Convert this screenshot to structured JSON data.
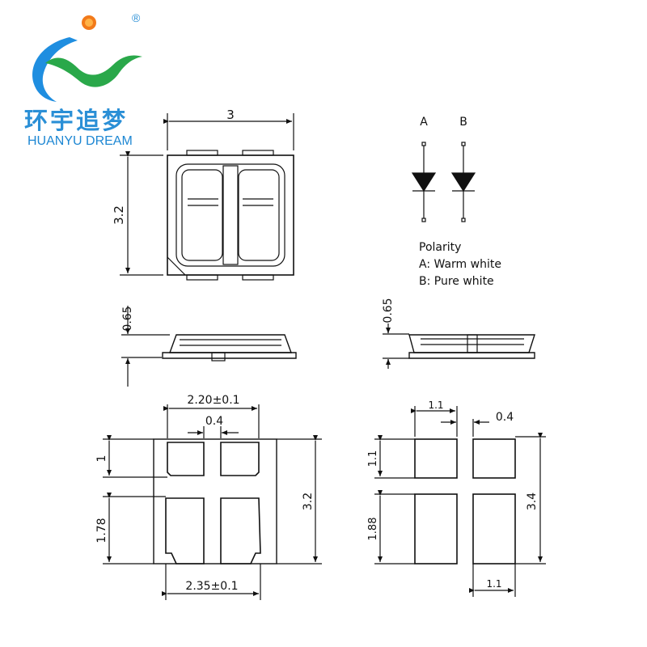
{
  "brand": {
    "name_cn": "环宇追梦",
    "name_en": "HUANYU DREAM",
    "registered_mark": "®"
  },
  "top_view": {
    "width_dim": "3",
    "height_dim": "3.2"
  },
  "side_view": {
    "left_height_dim": "0.65",
    "right_height_dim": "0.65"
  },
  "schematic": {
    "label_a": "A",
    "label_b": "B"
  },
  "legend": {
    "title": "Polarity",
    "a": "A: Warm white",
    "b": "B: Pure white"
  },
  "bottom_view": {
    "top_width": "2.20±0.1",
    "gap": "0.4",
    "pad_top_height": "1",
    "pad_bottom_height": "1.78",
    "total_height": "3.2",
    "bottom_width": "2.35±0.1"
  },
  "footprint": {
    "pad_width_top": "1.1",
    "gap": "0.4",
    "pad_top_height": "1.1",
    "pad_bottom_height": "1.88",
    "total_height": "3.4",
    "pad_width_bottom": "1.1"
  }
}
